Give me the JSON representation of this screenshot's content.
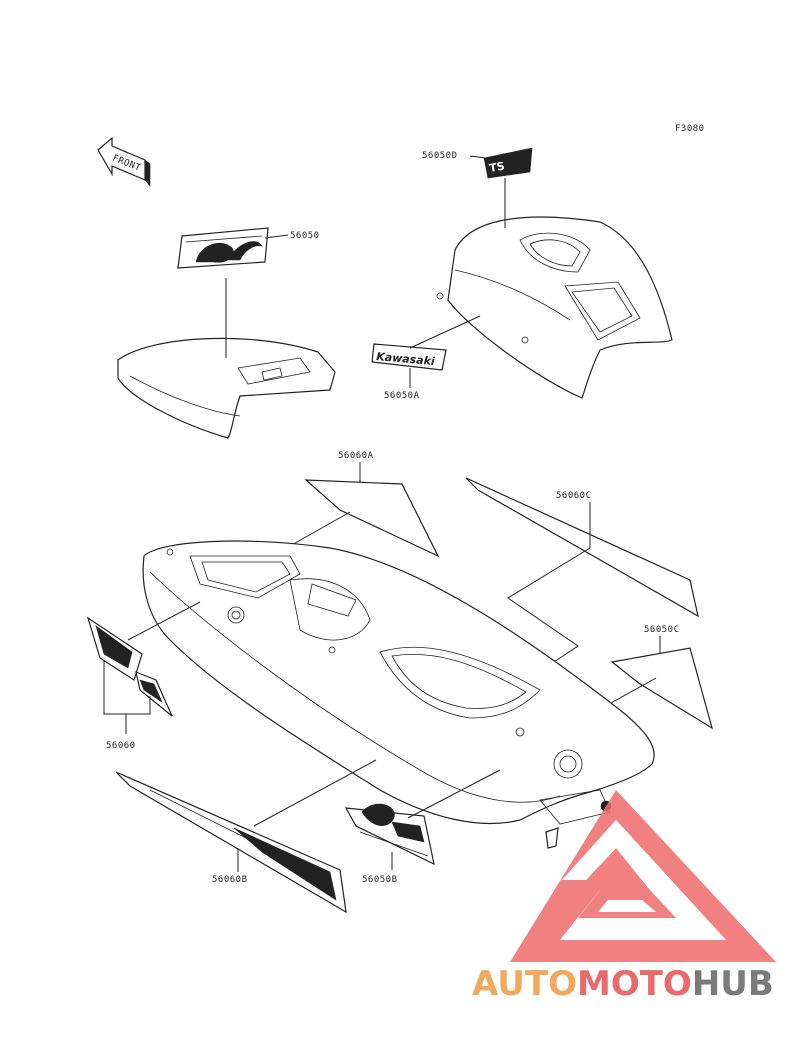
{
  "diagram_code": "F3080",
  "front_indicator": "FRONT",
  "part_labels": {
    "p56050": "56050",
    "p56050A": "56050A",
    "p56050B": "56050B",
    "p56050C": "56050C",
    "p56050D": "56050D",
    "p56060": "56060",
    "p56060A": "56060A",
    "p56060B": "56060B",
    "p56060C": "56060C"
  },
  "watermark": {
    "part1": "AUTO",
    "part2": "MOTO",
    "part3": "HUB",
    "colors": {
      "auto": "#f0a85a",
      "moto": "#e86a6a",
      "hub": "#7a7a7a",
      "logo": "#ef6b6b"
    }
  }
}
